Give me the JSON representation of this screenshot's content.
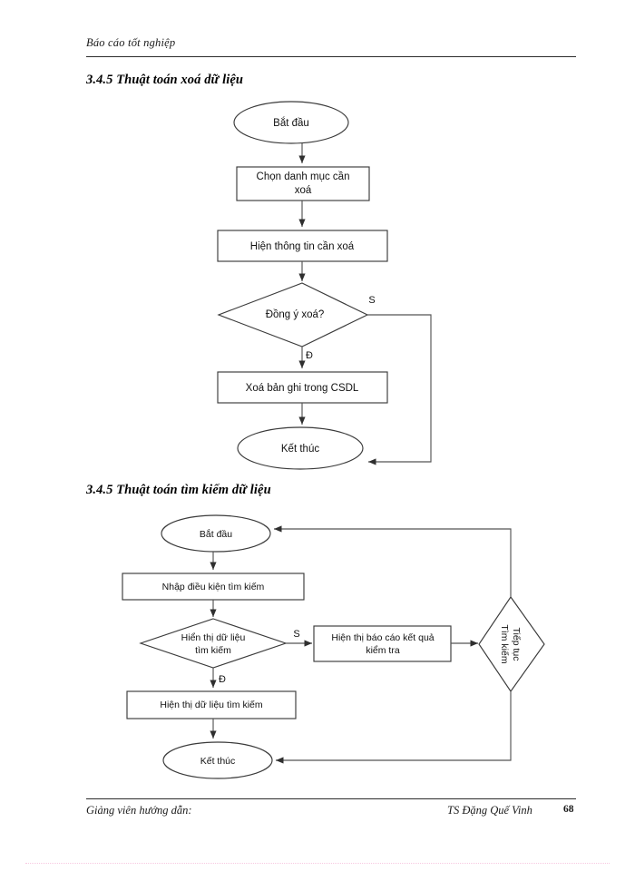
{
  "page": {
    "header": "Báo cáo tốt nghiệp",
    "footer_left": "Giảng viên hướng dẫn:",
    "footer_right": "TS Đặng Quế Vinh",
    "page_number": "68"
  },
  "sections": [
    {
      "heading": "3.4.5 Thuật toán xoá dữ liệu",
      "flowchart": {
        "nodes": {
          "start": "Bắt đầu",
          "select": "Chọn danh mục cần xoá",
          "select_line1": "Chọn danh mục cần",
          "select_line2": "xoá",
          "show_info": "Hiện thông tin cần xoá",
          "decision": "Đồng ý xoá?",
          "delete_record": "Xoá bản ghi trong CSDL",
          "end": "Kết thúc"
        },
        "edge_labels": {
          "yes": "Đ",
          "no": "S"
        }
      }
    },
    {
      "heading": "3.4.5 Thuật toán tìm kiếm dữ liệu",
      "flowchart": {
        "nodes": {
          "start": "Bắt đầu",
          "input": "Nhập điều kiện tìm kiếm",
          "decision_line1": "Hiển thị dữ liệu",
          "decision_line2": "tìm kiếm",
          "report_line1": "Hiện thị báo cáo kết quả",
          "report_line2": "kiểm tra",
          "continue_line1": "Tiếp tục",
          "continue_line2": "Tìm kiếm",
          "display": "Hiện thị dữ liệu tìm kiếm",
          "end": "Kết thúc"
        },
        "edge_labels": {
          "yes": "Đ",
          "no": "S"
        }
      }
    }
  ],
  "colors": {
    "ink": "#000000",
    "rule": "#2b2b2b",
    "shape_stroke": "#3a3a3a",
    "line": "#555555",
    "artifact": "#f7c8e0"
  }
}
